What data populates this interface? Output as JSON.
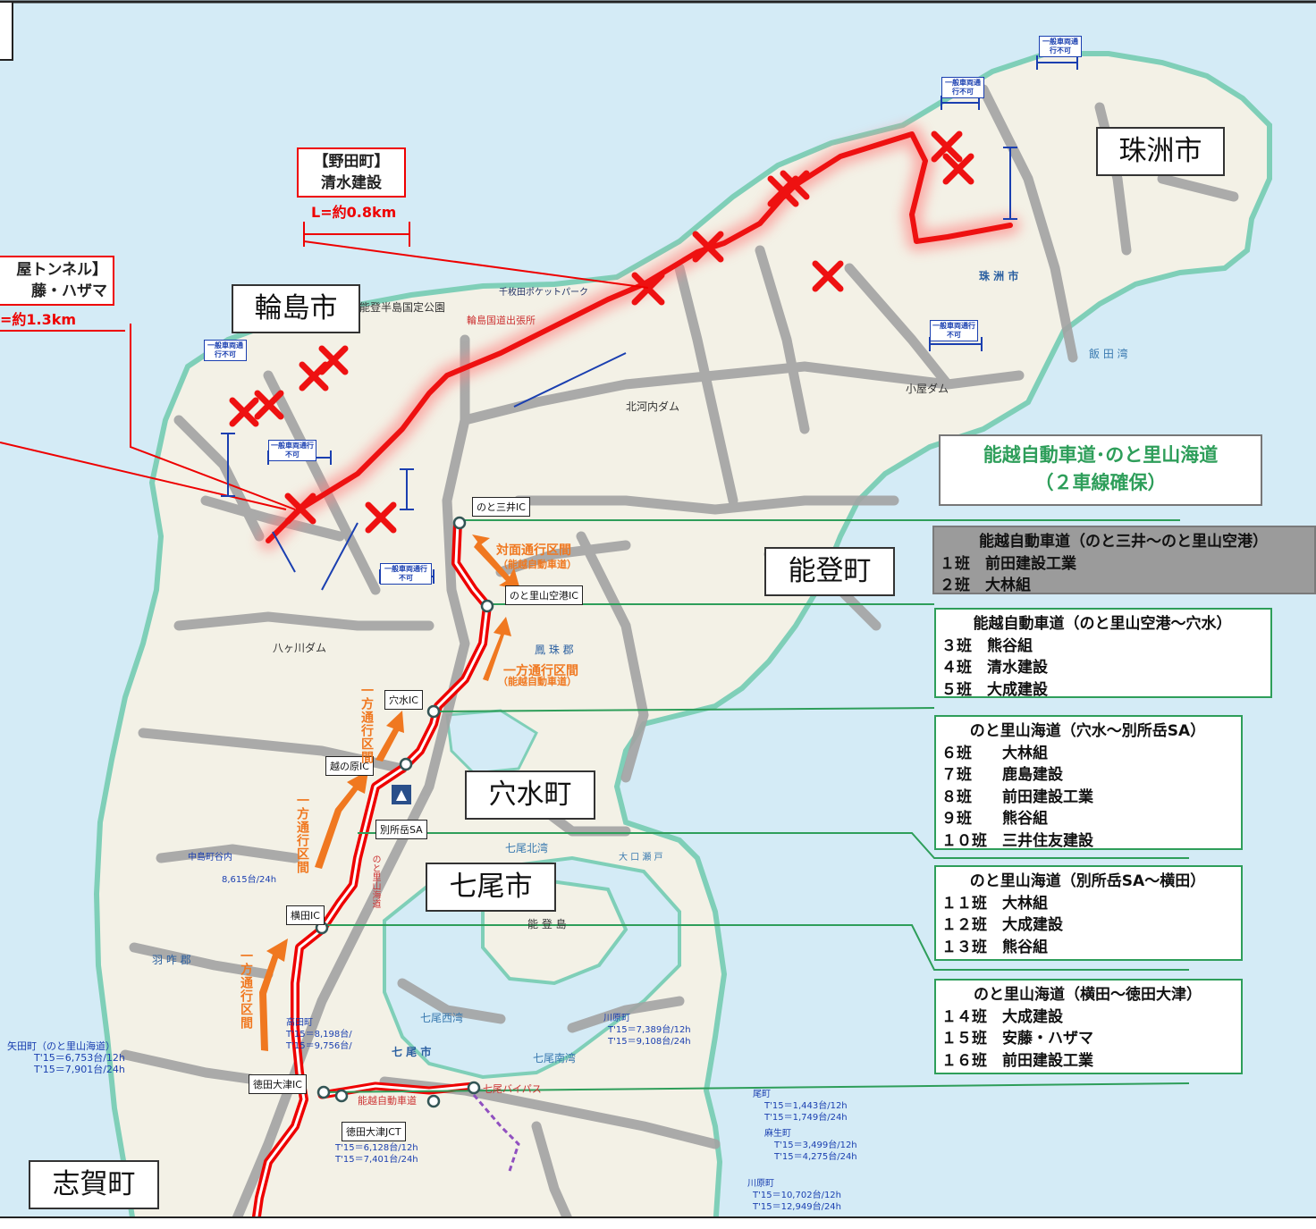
{
  "cities": {
    "wajima": "輪島市",
    "suzu": "珠洲市",
    "noto": "能登町",
    "anamizu": "穴水町",
    "nanao": "七尾市",
    "shika": "志賀町"
  },
  "contractors": {
    "noda_title": "【野田町】",
    "noda_company": "清水建設",
    "noda_length": "L=約0.8km",
    "tunnel_title": "屋トンネル】",
    "tunnel_company": "藤・ハザマ",
    "tunnel_length": "=約1.3km"
  },
  "expressway_title": {
    "line1": "能越自動車道･のと里山海道",
    "line2": "（２車線確保）"
  },
  "sections": [
    {
      "header": "能越自動車道（のと三井～のと里山空港）",
      "teams": [
        "１班　前田建設工業",
        "２班　大林組"
      ]
    },
    {
      "header": "能越自動車道（のと里山空港～穴水）",
      "teams": [
        "３班　熊谷組",
        "４班　清水建設",
        "５班　大成建設"
      ]
    },
    {
      "header": "のと里山海道（穴水～別所岳SA）",
      "teams": [
        "６班　　大林組",
        "７班　　鹿島建設",
        "８班　　前田建設工業",
        "９班　　熊谷組",
        "１０班　三井住友建設"
      ]
    },
    {
      "header": "のと里山海道（別所岳SA～横田）",
      "teams": [
        "１１班　大林組",
        "１２班　大成建設",
        "１３班　熊谷組"
      ]
    },
    {
      "header": "のと里山海道（横田～徳田大津）",
      "teams": [
        "１４班　大成建設",
        "１５班　安藤・ハザマ",
        "１６班　前田建設工業"
      ]
    }
  ],
  "interchanges": {
    "mitsui": "のと三井IC",
    "satoyama": "のと里山空港IC",
    "anamizu": "穴水IC",
    "konohara": "越の原IC",
    "bessho": "別所岳SA",
    "yokota": "横田IC",
    "tokuda": "徳田大津IC",
    "tokuda_jct": "徳田大津JCT"
  },
  "traffic": {
    "taimen": "対面通行区間",
    "taimen_sub": "（能越自動車道）",
    "ippou": "一方通行区間",
    "ippou_sub": "（能越自動車道）",
    "ippou_v": "一方通行区間",
    "ippou_v2": "一方通行区間",
    "ippou_v3": "一方通行区間"
  },
  "map_labels": {
    "park": "能登半島国定公園",
    "wajima_office": "輪島国道出張所",
    "pocket_park": "千枚田ポケットパーク",
    "kitakawachi_dam": "北河内ダム",
    "koya_dam": "小屋ダム",
    "hachigawa_dam": "八ヶ川ダム",
    "iida_bay": "飯 田 湾",
    "suzu_small": "珠 洲 市",
    "nanao_small": "七 尾 市",
    "nanao_north_bay": "七尾北湾",
    "nanao_west_bay": "七尾西湾",
    "nanao_south_bay": "七尾南湾",
    "notojima": "能 登 島",
    "yatamachi": "矢田町（のと里山海道）",
    "yatamachi_12": "T'15＝6,753台/12h",
    "yatamachi_24": "T'15＝7,901台/24h",
    "nakajima": "中島町谷内",
    "nakajima_24": "8,615台/24h",
    "takada": "高田町",
    "takada_12": "T'15＝8,198台/",
    "takada_24": "T'15＝9,756台/",
    "kawaharamachi": "川原町",
    "kawahara_12": "T'15＝7,389台/12h",
    "kawahara_24": "T'15＝9,108台/24h",
    "ozaki": "尾町",
    "ozaki_12": "T'15＝1,443台/12h",
    "ozaki_24": "T'15＝1,749台/24h",
    "aso": "麻生町",
    "aso_12": "T'15＝3,499台/12h",
    "aso_24": "T'15＝4,275台/24h",
    "kawahara2": "川原町",
    "kawahara2_12": "T'15＝10,702台/12h",
    "kawahara2_24": "T'15＝12,949台/24h",
    "tokuda_12": "T'15＝6,128台/12h",
    "tokuda_24": "T'15＝7,401台/24h",
    "no_pass": "一般車両通行不可",
    "nanao_bypass": "七尾バイパス",
    "notoroad": "のと里山海道",
    "noetsu": "能越自動車道",
    "oguchi": "大 口 瀬 戸",
    "hosu_gun": "鳳 珠 郡",
    "hakui_gun": "羽 咋 郡"
  }
}
